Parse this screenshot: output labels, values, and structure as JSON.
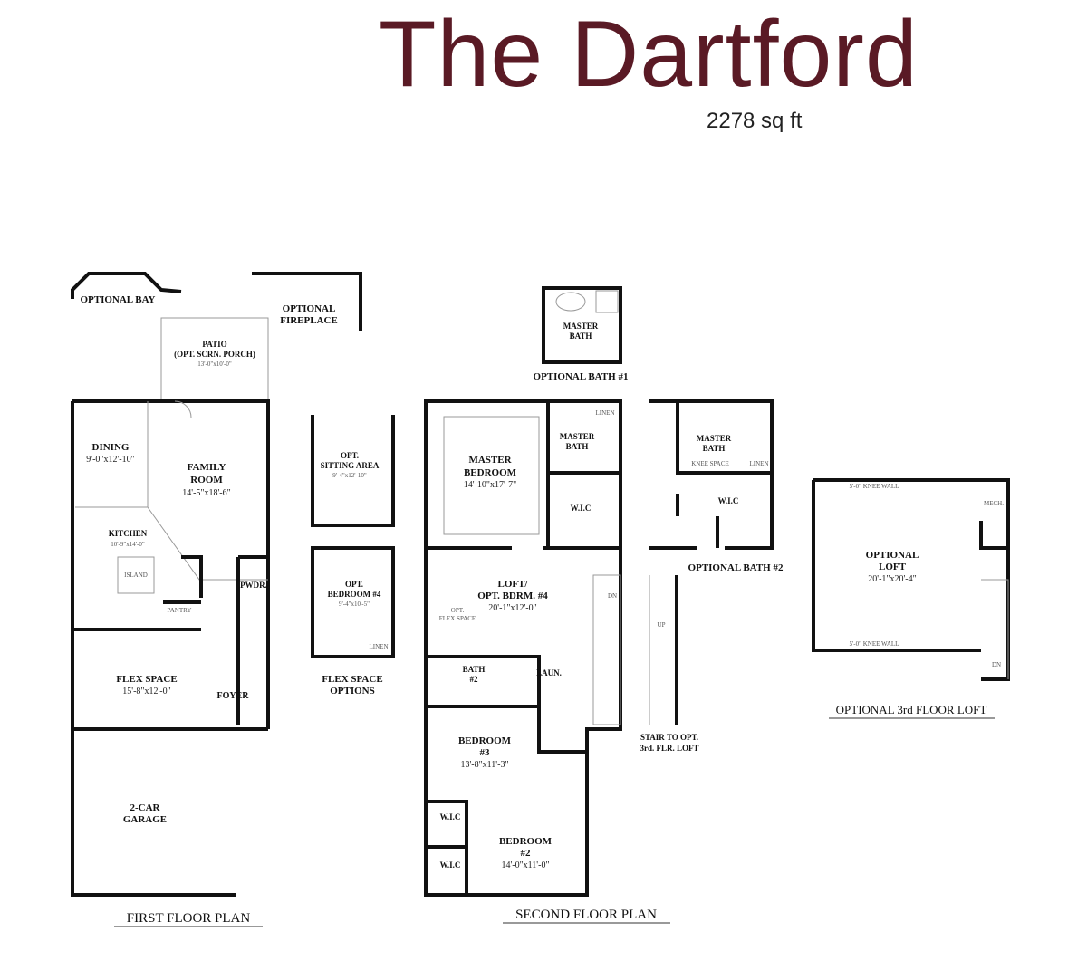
{
  "header": {
    "title": "The Dartford",
    "area": "2278 sq ft"
  },
  "accent_color": "#5a1a25",
  "first_floor": {
    "caption": "FIRST FLOOR PLAN",
    "optional_bay": "OPTIONAL BAY",
    "optional_fireplace_1": "OPTIONAL",
    "optional_fireplace_2": "FIREPLACE",
    "patio": "PATIO",
    "patio_sub": "(OPT. SCRN. PORCH)",
    "patio_dim": "13'-0\"x10'-0\"",
    "dining": "DINING",
    "dining_dim": "9'-0\"x12'-10\"",
    "family_1": "FAMILY",
    "family_2": "ROOM",
    "family_dim": "14'-5\"x18'-6\"",
    "kitchen": "KITCHEN",
    "kitchen_dim": "10'-9\"x14'-0\"",
    "island": "ISLAND",
    "pantry": "PANTRY",
    "powder": "PWDR.",
    "flex": "FLEX SPACE",
    "flex_dim": "15'-8\"x12'-0\"",
    "foyer": "FOYER",
    "garage_1": "2-CAR",
    "garage_2": "GARAGE"
  },
  "flex_options": {
    "caption_1": "FLEX SPACE",
    "caption_2": "OPTIONS",
    "sitting_1": "OPT.",
    "sitting_2": "SITTING AREA",
    "sitting_dim": "9'-4\"x12'-10\"",
    "bed_1": "OPT.",
    "bed_2": "BEDROOM #4",
    "bed_dim": "9'-4\"x10'-5\"",
    "linen": "LINEN"
  },
  "second_floor": {
    "caption": "SECOND FLOOR PLAN",
    "master_1": "MASTER",
    "master_2": "BEDROOM",
    "master_dim": "14'-10\"x17'-7\"",
    "master_bath_1": "MASTER",
    "master_bath_2": "BATH",
    "wic": "W.I.C",
    "linen": "LINEN",
    "loft_1": "LOFT/",
    "loft_2": "OPT. BDRM. #4",
    "loft_dim": "20'-1\"x12'-0\"",
    "opt_flex_1": "OPT.",
    "opt_flex_2": "FLEX SPACE",
    "bath2_1": "BATH",
    "bath2_2": "#2",
    "laundry": "LAUN.",
    "bed3_1": "BEDROOM",
    "bed3_2": "#3",
    "bed3_dim": "13'-8\"x11'-3\"",
    "bed2_1": "BEDROOM",
    "bed2_2": "#2",
    "bed2_dim": "14'-0\"x11'-0\"",
    "wic2": "W.I.C",
    "wic3": "W.I.C",
    "dn": "DN"
  },
  "optional_bath_1": {
    "caption": "OPTIONAL BATH #1",
    "label_1": "MASTER",
    "label_2": "BATH"
  },
  "optional_bath_2": {
    "caption": "OPTIONAL BATH #2",
    "label_1": "MASTER",
    "label_2": "BATH",
    "wic": "W.I.C",
    "knee": "KNEE SPACE",
    "linen": "LINEN"
  },
  "stair": {
    "caption_1": "STAIR TO OPT.",
    "caption_2": "3rd. FLR. LOFT",
    "up": "UP"
  },
  "third_floor": {
    "caption": "OPTIONAL 3rd FLOOR LOFT",
    "loft_1": "OPTIONAL",
    "loft_2": "LOFT",
    "loft_dim": "20'-1\"x20'-4\"",
    "mech": "MECH.",
    "knee_wall": "5'-0\" KNEE WALL",
    "dn": "DN"
  }
}
